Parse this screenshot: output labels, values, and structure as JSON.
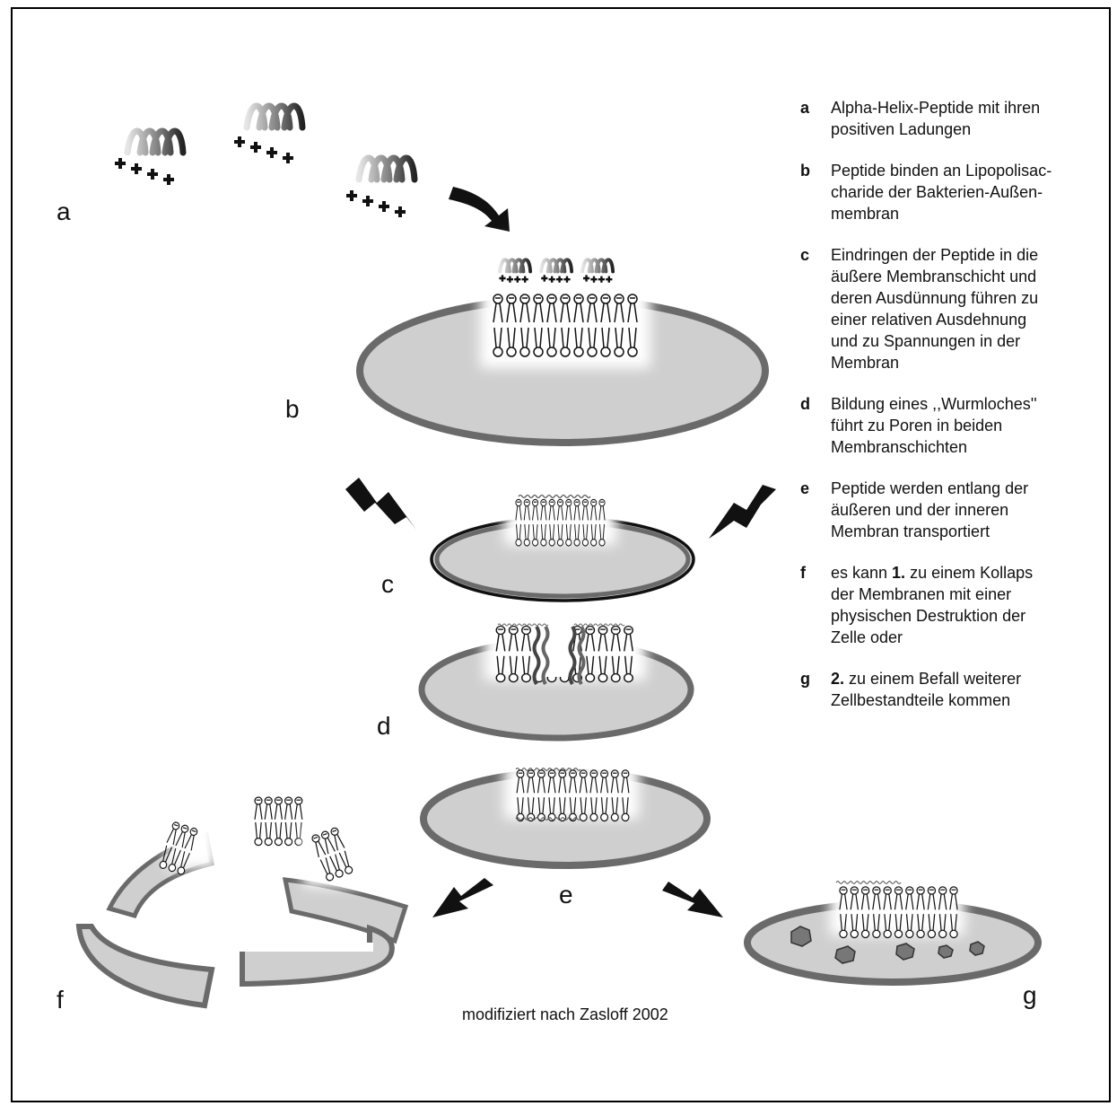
{
  "colors": {
    "cell_fill": "#cfcfcf",
    "cell_rim": "#6a6a6a",
    "ink": "#111111",
    "background": "#ffffff"
  },
  "stage_labels": {
    "a": "a",
    "b": "b",
    "c": "c",
    "d": "d",
    "e": "e",
    "f": "f",
    "g": "g"
  },
  "legend": {
    "items": [
      {
        "key": "a",
        "lines": [
          "Alpha-Helix-Peptide mit ihren",
          "positiven Ladungen"
        ]
      },
      {
        "key": "b",
        "lines": [
          "Peptide binden an Lipopolisac-",
          "charide der Bakterien-Außen-",
          "membran"
        ]
      },
      {
        "key": "c",
        "lines": [
          "Eindringen der Peptide in die",
          "äußere Membranschicht und",
          "deren Ausdünnung führen zu",
          "einer relativen Ausdehnung",
          "und zu Spannungen in der",
          "Membran"
        ]
      },
      {
        "key": "d",
        "lines": [
          "Bildung eines ,,Wurmloches''",
          "führt zu Poren in beiden",
          "Membranschichten"
        ]
      },
      {
        "key": "e",
        "lines": [
          "Peptide werden entlang der",
          "äußeren und der inneren",
          "Membran transportiert"
        ]
      },
      {
        "key": "f",
        "num": "1.",
        "first": "es kann ",
        "rest_first": " zu einem Kollaps",
        "lines": [
          "der Membranen mit einer",
          "physischen Destruktion der",
          "Zelle oder"
        ]
      },
      {
        "key": "g",
        "num": "2.",
        "first": "",
        "rest_first": " zu einem Befall weiterer",
        "lines": [
          "Zellbestandteile kommen"
        ]
      }
    ]
  },
  "caption": "modifiziert nach Zasloff 2002",
  "icons": [
    "curved-arrow-icon",
    "lightning-bolt-icon",
    "down-left-arrow-icon",
    "down-right-arrow-icon"
  ]
}
